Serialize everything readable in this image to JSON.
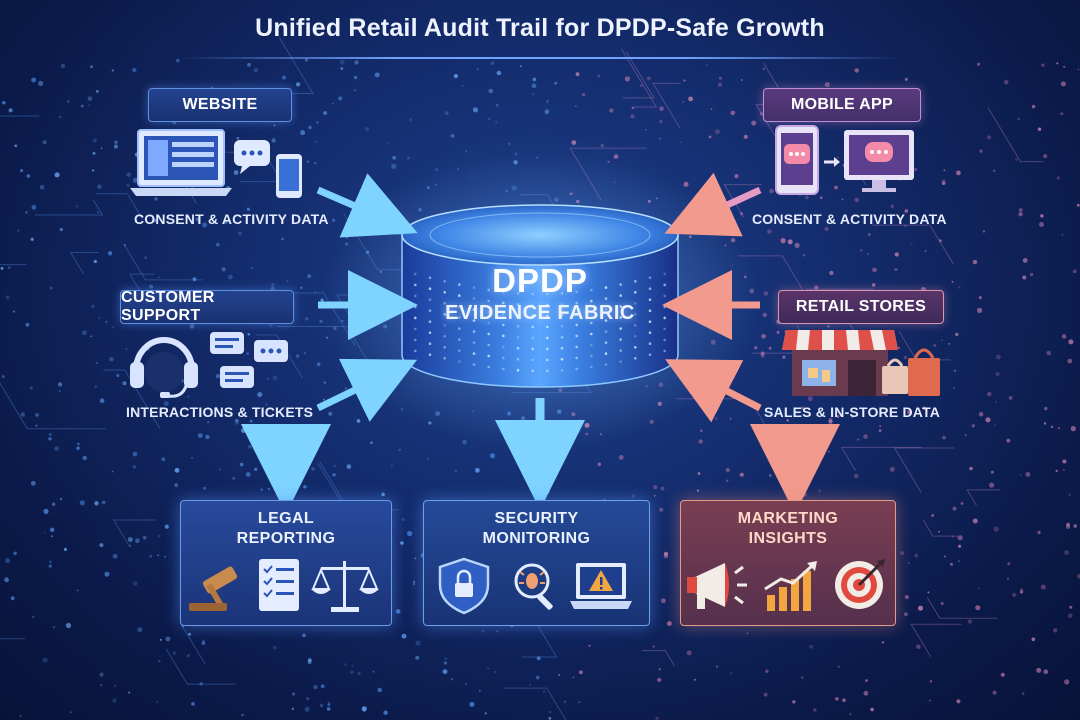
{
  "title": "Unified Retail Audit Trail for DPDP-Safe Growth",
  "hub": {
    "line1": "DPDP",
    "line2": "EVIDENCE FABRIC"
  },
  "sources": {
    "website": {
      "label": "WEBSITE",
      "caption": "CONSENT & ACTIVITY DATA"
    },
    "mobile_app": {
      "label": "MOBILE APP",
      "caption": "CONSENT & ACTIVITY DATA"
    },
    "customer_support": {
      "label": "CUSTOMER SUPPORT",
      "caption": "INTERACTIONS & TICKETS"
    },
    "retail_stores": {
      "label": "RETAIL STORES",
      "caption": "SALES & IN-STORE DATA"
    }
  },
  "outputs": {
    "legal": {
      "line1": "LEGAL",
      "line2": "REPORTING"
    },
    "security": {
      "line1": "SECURITY",
      "line2": "MONITORING"
    },
    "marketing": {
      "line1": "MARKETING",
      "line2": "INSIGHTS"
    }
  },
  "colors": {
    "cool_accent": "#5fc8ff",
    "warm_accent": "#f08a86",
    "hub_glow": "#6fb6ff"
  },
  "icons": {
    "website": [
      "laptop-icon",
      "chat-bubble-icon",
      "phone-icon"
    ],
    "mobile_app": [
      "phone-chat-icon",
      "monitor-chat-icon"
    ],
    "customer_support": [
      "headset-icon",
      "chat-bubbles-icon"
    ],
    "retail_stores": [
      "storefront-icon",
      "shopping-bag-icon"
    ],
    "legal": [
      "gavel-icon",
      "checklist-icon",
      "scales-icon"
    ],
    "security": [
      "shield-lock-icon",
      "bug-search-icon",
      "laptop-warning-icon"
    ],
    "marketing": [
      "megaphone-icon",
      "growth-chart-icon",
      "target-icon"
    ]
  }
}
